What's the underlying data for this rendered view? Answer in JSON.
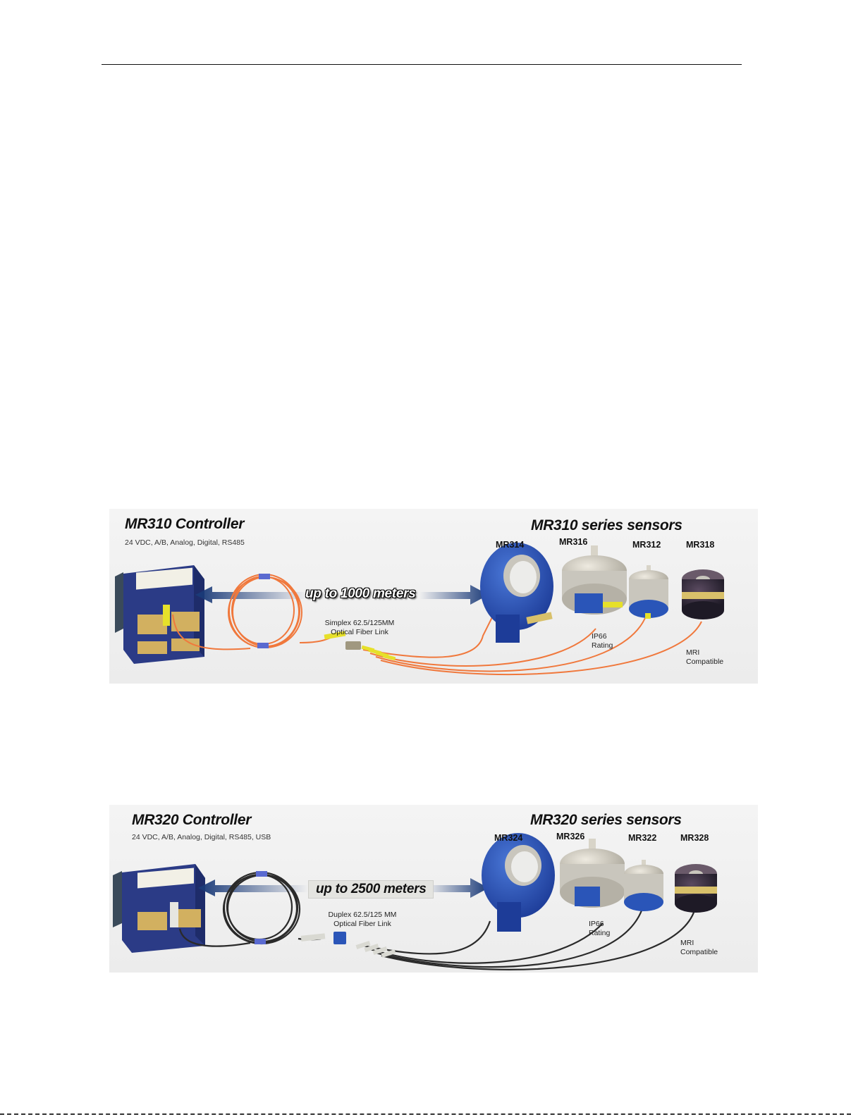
{
  "diagrams": [
    {
      "controller_title": "MR310 Controller",
      "controller_specs": "24 VDC, A/B, Analog, Digital, RS485",
      "series_title": "MR310 series sensors",
      "distance": "up to 1000 meters",
      "link_line1": "Simplex 62.5/125MM",
      "link_line2": "Optical Fiber Link",
      "ip_line1": "IP66",
      "ip_line2": "Rating",
      "mri_line1": "MRI",
      "mri_line2": "Compatible",
      "sensors": [
        "MR314",
        "MR316",
        "MR312",
        "MR318"
      ],
      "cable_color": "#f0783c",
      "connector_color": "#e6e02a"
    },
    {
      "controller_title": "MR320 Controller",
      "controller_specs": "24 VDC, A/B, Analog, Digital, RS485, USB",
      "series_title": "MR320 series sensors",
      "distance": "up to 2500 meters",
      "link_line1": "Duplex 62.5/125 MM",
      "link_line2": "Optical Fiber Link",
      "ip_line1": "IP66",
      "ip_line2": "Rating",
      "mri_line1": "MRI",
      "mri_line2": "Compatible",
      "sensors": [
        "MR324",
        "MR326",
        "MR322",
        "MR328"
      ],
      "cable_color": "#2a2a2a",
      "connector_color": "#d9d9d2"
    }
  ],
  "colors": {
    "arrow_navy": "#1a3a78",
    "encoder_blue": "#2a55b8",
    "housing_blue": "#2b3b86",
    "silver": "#c9c6bd"
  }
}
